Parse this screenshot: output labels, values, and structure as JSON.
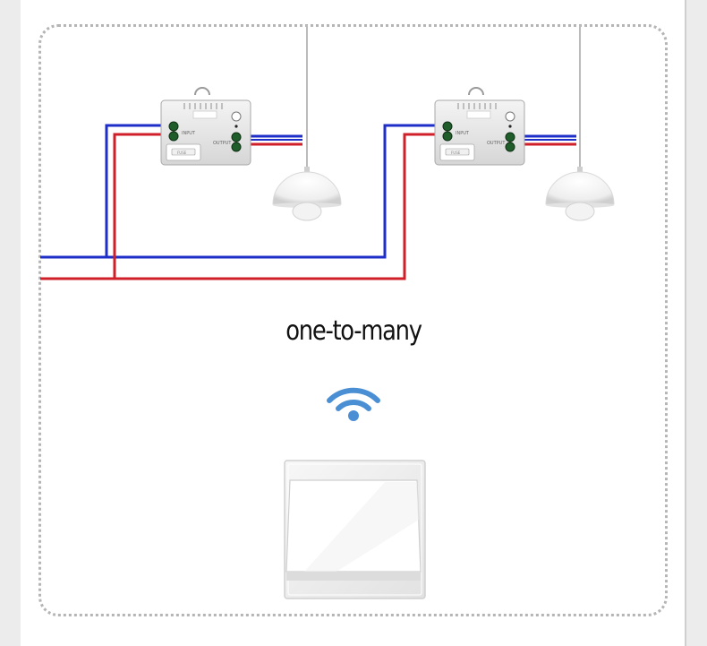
{
  "caption": "one-to-many",
  "module_labels": {
    "input": "INPUT",
    "output": "OUTPUT",
    "fuse": "FUSE"
  },
  "colors": {
    "live_wire": "#d11f2a",
    "neutral_wire": "#1e2ec8",
    "wifi_icon": "#4a8fd4",
    "frame_border": "#b5b5b5"
  },
  "icons": [
    "relay-module-icon",
    "pendant-lamp-icon",
    "wifi-icon",
    "wall-switch-icon"
  ]
}
